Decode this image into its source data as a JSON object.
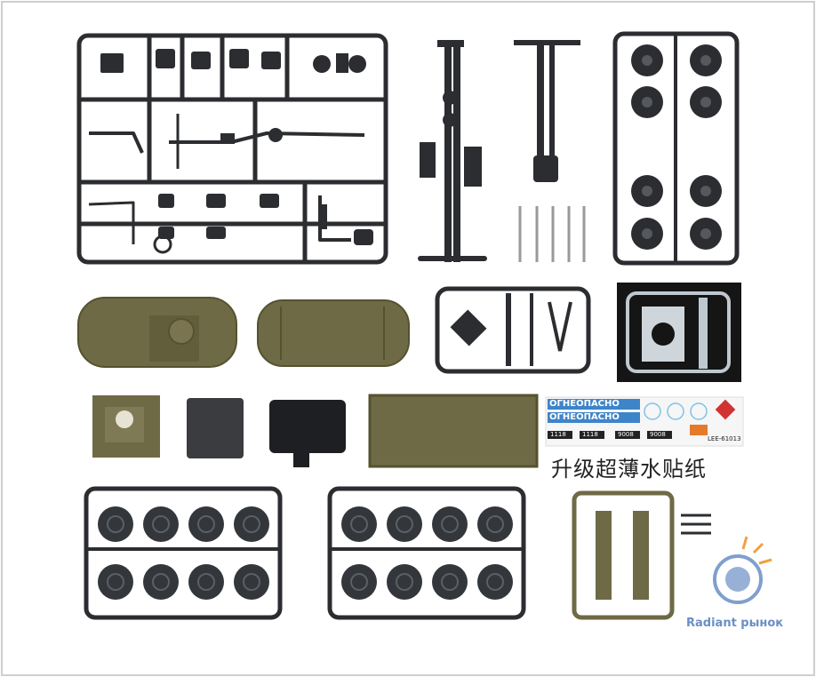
{
  "decal": {
    "warning_1": "ОГНЕОПАСНО",
    "warning_2": "ОГНЕОПАСНО",
    "plate_1": "1118",
    "plate_2": "1118",
    "plate_3": "9008",
    "plate_4": "9008",
    "code": "LEE-61013"
  },
  "caption": "升级超薄水贴纸",
  "watermark": {
    "brand": "Radiant рынок"
  },
  "colors": {
    "sprue_dark": "#2b2d30",
    "olive": "#6e6a45",
    "olive_dark": "#55522f",
    "decal_blue": "#3e84c9",
    "watermark": "#6b8fc5"
  }
}
